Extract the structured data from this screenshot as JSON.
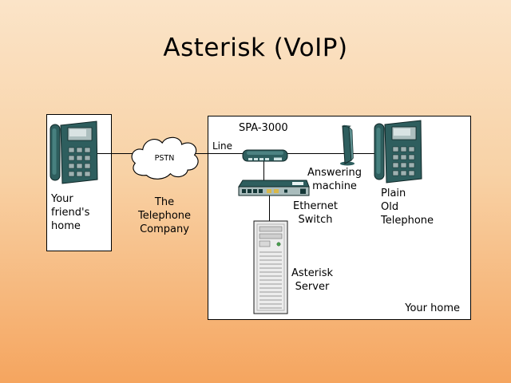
{
  "title": "Asterisk (VoIP)",
  "diagram": {
    "friend_home_label": "Your\nfriend's\nhome",
    "pstn_label": "PSTN",
    "telco_label": "The\nTelephone\nCompany",
    "spa_label": "SPA-3000",
    "line_label": "Line",
    "answering_label": "Answering\nmachine",
    "pot_label": "Plain\nOld\nTelephone",
    "switch_label": "Ethernet\nSwitch",
    "server_label": "Asterisk\nServer",
    "your_home_label": "Your home"
  },
  "colors": {
    "device_teal": "#2e5e5e",
    "background_top": "#fbe4c8",
    "background_bottom": "#f5a55f",
    "box_fill": "#ffffff",
    "line_color": "#000000"
  }
}
